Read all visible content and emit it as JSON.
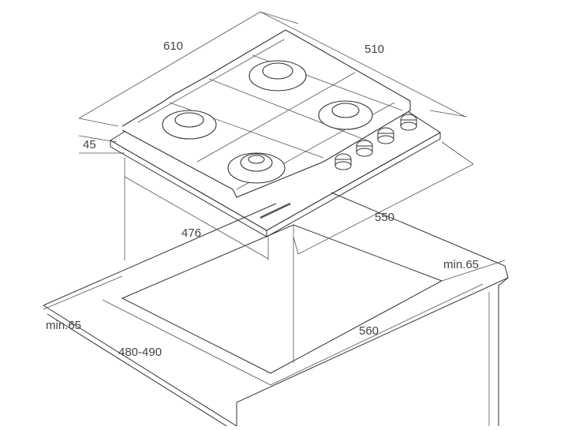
{
  "dimensions": {
    "width": "610",
    "depth": "510",
    "height": "45",
    "cutout_width": "550",
    "cutout_depth": "476",
    "min_back": "min.65",
    "min_front": "min.65",
    "counter_width": "560",
    "counter_depth": "480-490"
  },
  "colors": {
    "line": "#333333",
    "text": "#444444",
    "background": "#ffffff"
  }
}
